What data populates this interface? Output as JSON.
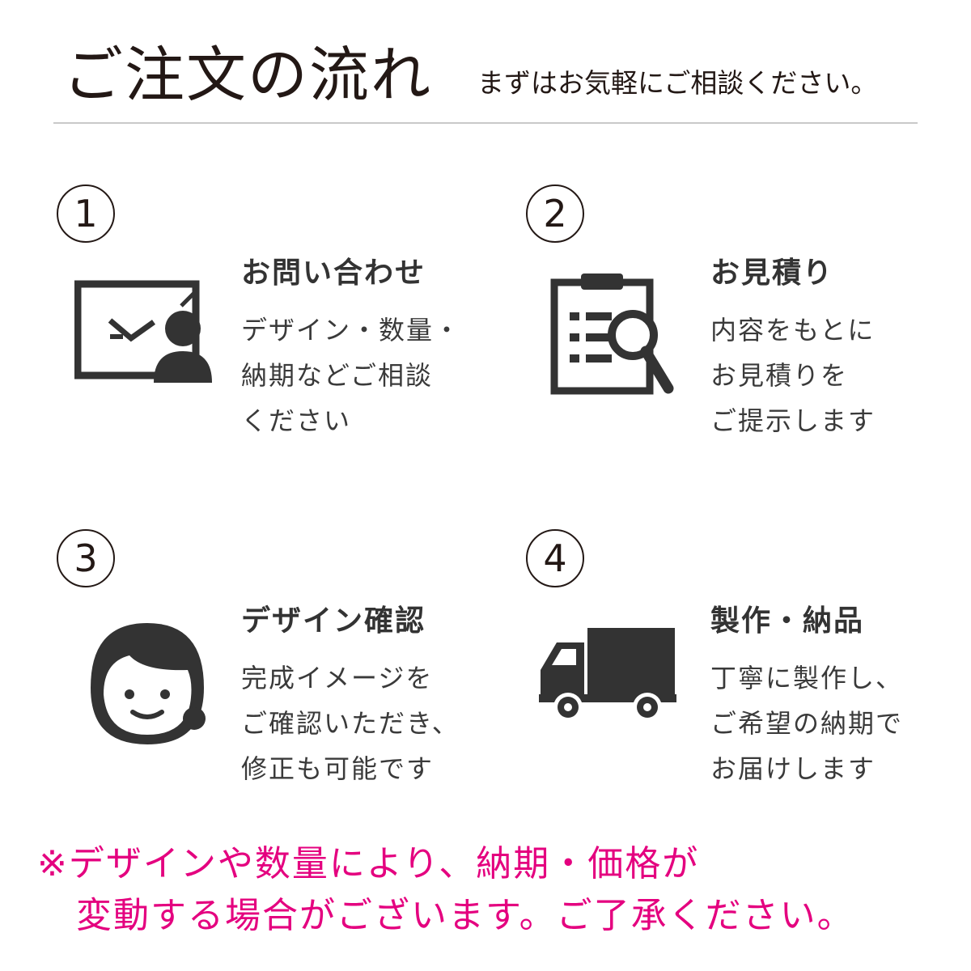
{
  "header": {
    "title": "ご注文の流れ",
    "subtitle": "まずはお気軽にご相談ください。"
  },
  "steps": [
    {
      "number": "1",
      "title": "お問い合わせ",
      "desc": [
        "デザイン・数量・",
        "納期などご相談",
        "ください"
      ],
      "icon": "presentation-contact-icon"
    },
    {
      "number": "2",
      "title": "お見積り",
      "desc": [
        "内容をもとに",
        "お見積りを",
        "ご提示します"
      ],
      "icon": "clipboard-search-icon"
    },
    {
      "number": "3",
      "title": "デザイン確認",
      "desc": [
        "完成イメージを",
        "ご確認いただき、",
        "修正も可能です"
      ],
      "icon": "person-face-icon"
    },
    {
      "number": "4",
      "title": "製作・納品",
      "desc": [
        "丁寧に製作し、",
        "ご希望の納期で",
        "お届けします"
      ],
      "icon": "delivery-truck-icon"
    }
  ],
  "notice": {
    "line1": "※デザインや数量により、納期・価格が",
    "line2": "変動する場合がございます。ご了承ください。"
  },
  "colors": {
    "text": "#231815",
    "notice": "#e4007f",
    "icon": "#333333",
    "divider": "#c9c9c9"
  }
}
